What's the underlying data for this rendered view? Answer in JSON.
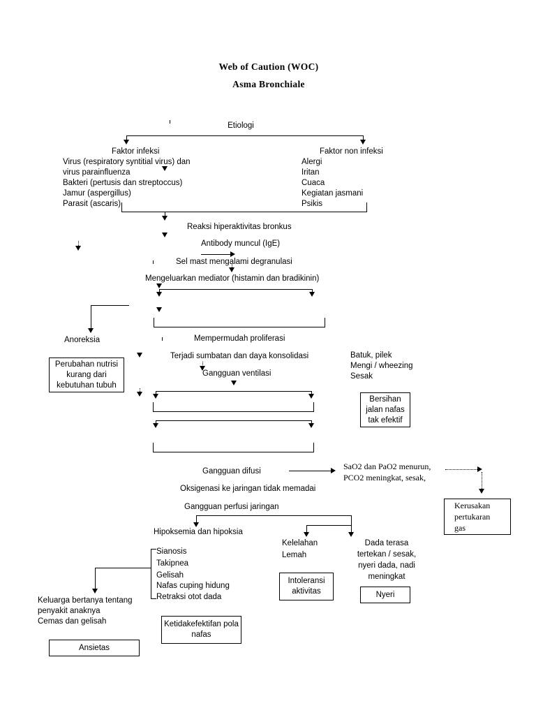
{
  "document": {
    "title_line1": "Web of Caution (WOC)",
    "title_line2": "Asma Bronchiale"
  },
  "nodes": {
    "etiologi": "Etiologi",
    "faktor_infeksi": "Faktor infeksi",
    "faktor_non_infeksi": "Faktor non infeksi",
    "infeksi_list": [
      "Virus (respiratory syntitial virus) dan",
      "virus parainfluenza",
      "Bakteri (pertusis dan streptoccus)",
      "Jamur (aspergillus)",
      "Parasit (ascaris)"
    ],
    "non_infeksi_list": [
      "Alergi",
      "Iritan",
      "Cuaca",
      "Kegiatan jasmani",
      "Psikis"
    ],
    "reaksi_hiperaktivitas": "Reaksi hiperaktivitas bronkus",
    "antibody": "Antibody muncul (IgE)",
    "sel_mast": "Sel mast mengalami degranulasi",
    "mediator": "Mengeluarkan mediator (histamin dan bradikinin)",
    "anoreksia": "Anoreksia",
    "mempermudah": "Mempermudah proliferasi",
    "sumbatan": "Terjadi sumbatan dan daya konsolidasi",
    "gangguan_ventilasi": "Gangguan ventilasi",
    "gejala_respirasi": [
      "Batuk, pilek",
      "Mengi / wheezing",
      "Sesak"
    ],
    "gangguan_difusi": "Gangguan difusi",
    "oksigenasi": "Oksigenasi ke jaringan tidak memadai",
    "gangguan_perfusi": "Gangguan perfusi jaringan",
    "hipoksemia": "Hipoksemia dan hipoksia",
    "sao2_line1": "SaO2 dan PaO2 menurun,",
    "sao2_line2": "PCO2 meningkat, sesak,",
    "tanda_list": [
      "Sianosis",
      "Takipnea",
      "Gelisah",
      "Nafas cuping hidung",
      "Retraksi otot dada"
    ],
    "kelelahan_line1": "Kelelahan",
    "kelelahan_line2": "Lemah",
    "dada_terasa": "Dada terasa\ntertekan / sesak,\nnyeri dada, nadi\nmeningkat",
    "keluarga_list": [
      "Keluarga bertanya tentang",
      "penyakit anaknya",
      "Cemas dan gelisah"
    ]
  },
  "diagnoses": {
    "perubahan_nutrisi": "Perubahan nutrisi\nkurang dari\nkebutuhan tubuh",
    "bersihan_jalan_nafas": "Bersihan\njalan nafas\ntak efektif",
    "kerusakan_pertukaran_gas": "Kerusakan\npertukaran\ngas",
    "intoleransi_aktivitas": "Intoleransi\naktivitas",
    "nyeri": "Nyeri",
    "ketidakefektifan_pola_nafas": "Ketidakefektifan pola\nnafas",
    "ansietas": "Ansietas"
  },
  "colors": {
    "ink": "#000000",
    "paper": "#ffffff"
  }
}
